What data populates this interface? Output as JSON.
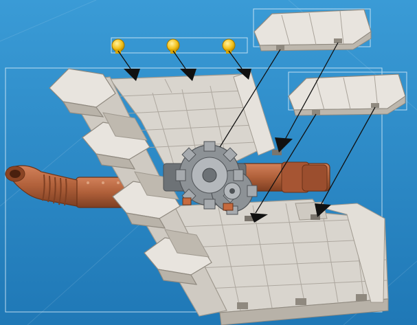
{
  "scene": {
    "colors": {
      "background_top": "#3a9bd6",
      "background_bottom": "#1f78b6",
      "stone_light": "#e6e2dc",
      "stone_mid": "#cfcac2",
      "stone_dark": "#a9a39a",
      "gear_grey": "#8d9296",
      "gear_light": "#b4b8bc",
      "copper": "#b0603a",
      "copper_dark": "#7e3f22",
      "pin_yellow": "#f3c11a",
      "arrow": "#111111",
      "guide_box": "#d8ecf8"
    },
    "icons": [
      "pin-icon",
      "arrow-icon",
      "gear-icon",
      "wall-segment-icon",
      "drain-pipe-icon"
    ],
    "counts": {
      "pins": 3,
      "wall_caps": 2,
      "insert_arrows": 6
    }
  }
}
